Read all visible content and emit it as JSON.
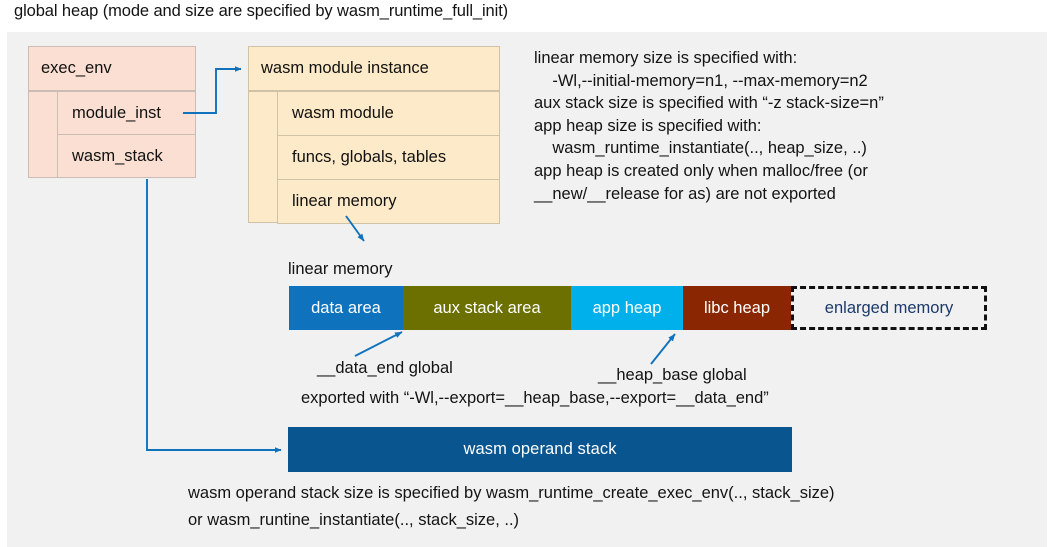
{
  "title": "global heap (mode and size are specified by wasm_runtime_full_init)",
  "exec_env": {
    "header": "exec_env",
    "rows": [
      "module_inst",
      "wasm_stack"
    ],
    "fill": "#fadfd2"
  },
  "module_instance": {
    "header": "wasm module instance",
    "rows": [
      "wasm module",
      "funcs, globals, tables",
      "linear memory"
    ],
    "fill": "#fdeac8"
  },
  "notes": {
    "right_block": "linear memory size is specified with:\n    -Wl,--initial-memory=n1, --max-memory=n2\naux stack size is specified with “-z stack-size=n”\napp heap size is specified with:\n    wasm_runtime_instantiate(.., heap_size, ..)\napp heap is created only when malloc/free (or\n__new/__release for as) are not exported",
    "data_end_label": "__data_end global",
    "heap_base_label": "__heap_base global",
    "exported_with": "exported with “-Wl,--export=__heap_base,--export=__data_end”",
    "bottom_block": "wasm operand stack size is specified by wasm_runtime_create_exec_env(.., stack_size)\nor wasm_runtine_instantiate(.., stack_size, ..)"
  },
  "linear_memory": {
    "caption": "linear memory",
    "segments": [
      {
        "label": "data area",
        "color": "#0f72bd",
        "width": 114,
        "style": "solid"
      },
      {
        "label": "aux stack area",
        "color": "#6b7000",
        "width": 168,
        "style": "solid"
      },
      {
        "label": "app heap",
        "color": "#00b0ea",
        "width": 112,
        "style": "solid"
      },
      {
        "label": "libc heap",
        "color": "#8b2602",
        "width": 108,
        "style": "solid"
      },
      {
        "label": "enlarged memory",
        "color": "#f1f1f1",
        "width": 196,
        "style": "dashed"
      }
    ]
  },
  "operand_stack": {
    "label": "wasm operand stack",
    "color": "#08558f"
  },
  "connector_color": "#1072bd"
}
